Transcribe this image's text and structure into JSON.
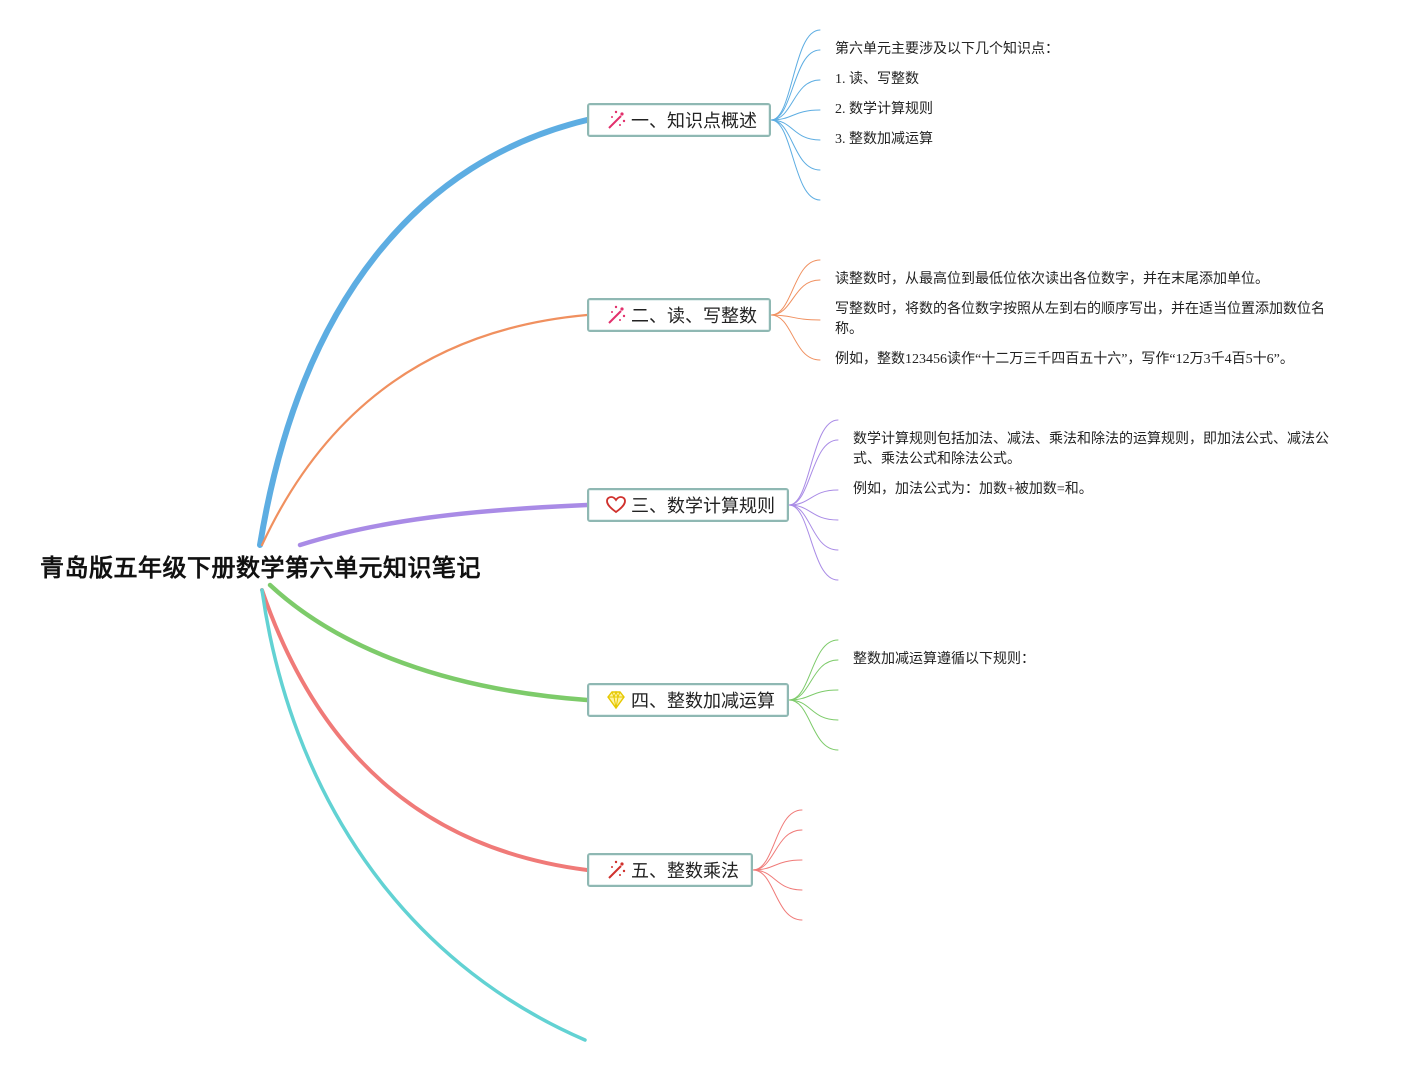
{
  "root": {
    "title": "青岛版五年级下册数学第六单元知识笔记"
  },
  "topics": [
    {
      "label": "一、知识点概述",
      "icon": "magic-wand-icon",
      "color": "#5dade2",
      "notes": [
        "第六单元主要涉及以下几个知识点：",
        "1. 读、写整数",
        "2. 数学计算规则",
        "3. 整数加减运算"
      ]
    },
    {
      "label": "二、读、写整数",
      "icon": "magic-wand-icon",
      "color": "#f0905f",
      "notes": [
        "读整数时，从最高位到最低位依次读出各位数字，并在末尾添加单位。",
        "写整数时，将数的各位数字按照从左到右的顺序写出，并在适当位置添加数位名称。",
        "例如，整数123456读作“十二万三千四百五十六”，写作“12万3千4百5十6”。"
      ]
    },
    {
      "label": "三、数学计算规则",
      "icon": "heart-icon",
      "color": "#a98be6",
      "notes": [
        "数学计算规则包括加法、减法、乘法和除法的运算规则，即加法公式、减法公式、乘法公式和除法公式。",
        "例如，加法公式为：加数+被加数=和。"
      ]
    },
    {
      "label": "四、整数加减运算",
      "icon": "diamond-icon",
      "color": "#7dcb6a",
      "notes": [
        "整数加减运算遵循以下规则："
      ]
    },
    {
      "label": "五、整数乘法",
      "icon": "magic-wand-icon",
      "color": "#f07a78",
      "notes": []
    }
  ],
  "extra_branch_color": "#62d2d3"
}
